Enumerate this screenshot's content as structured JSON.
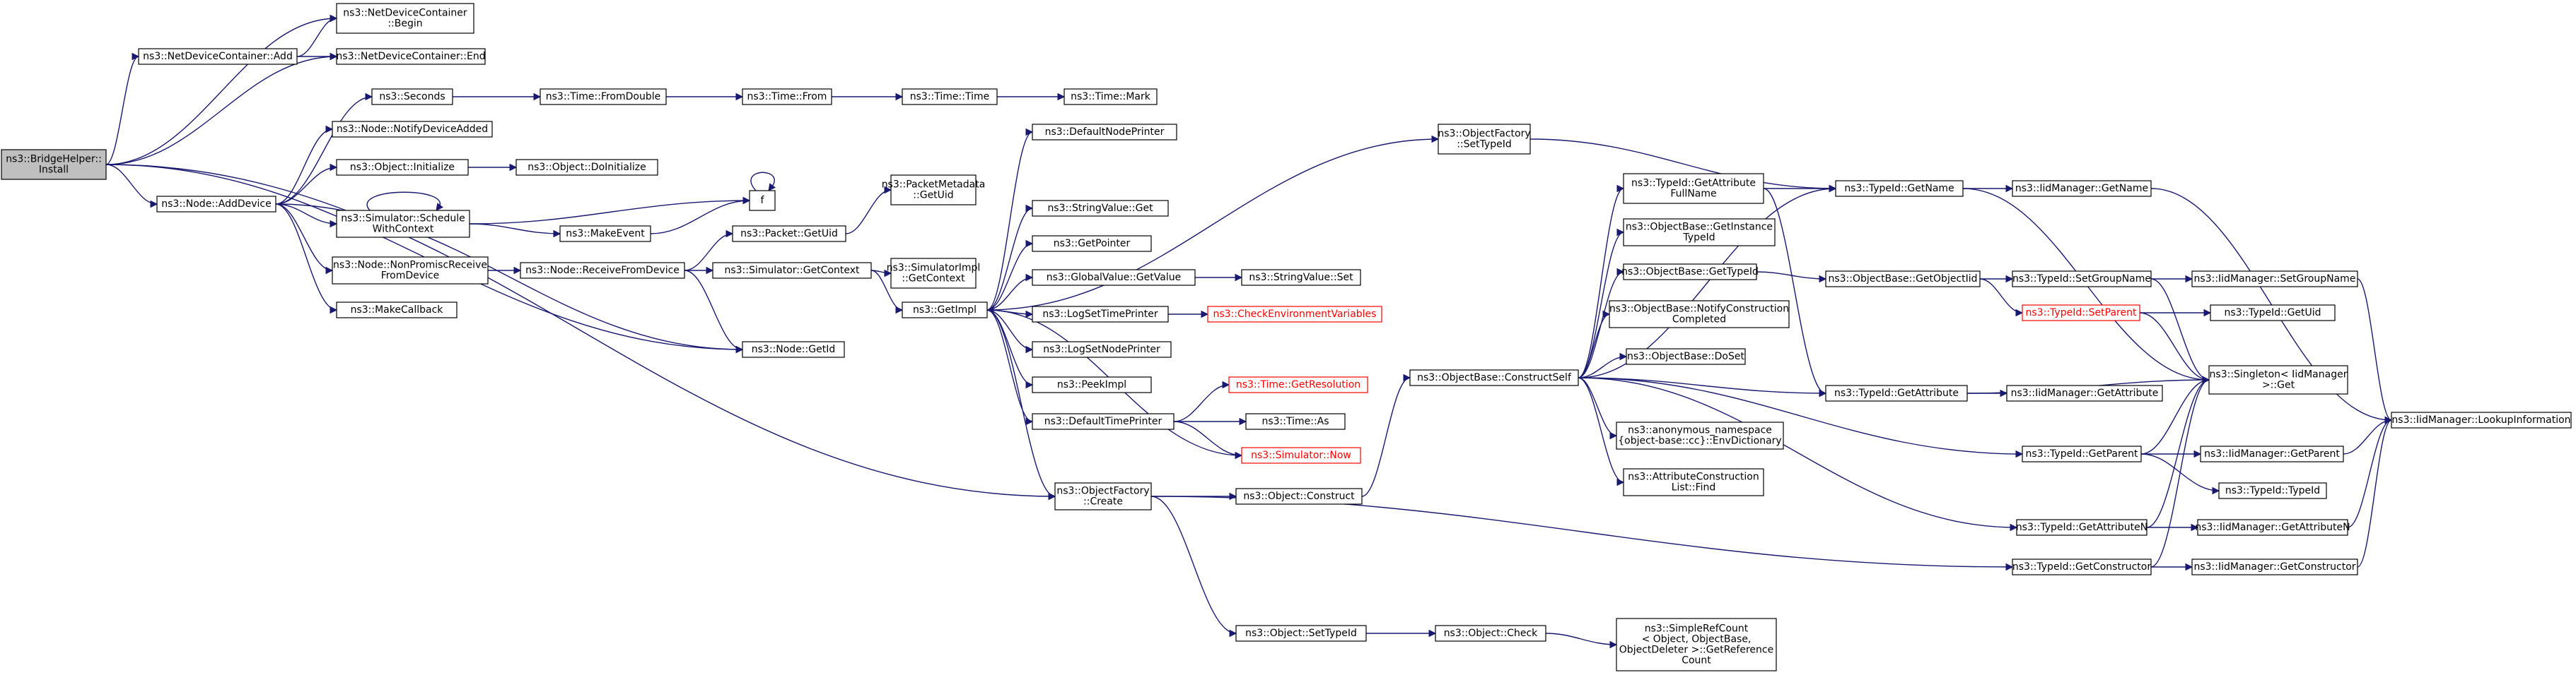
{
  "nodes": [
    {
      "id": "bridge",
      "label": [
        "ns3::BridgeHelper::",
        "Install"
      ],
      "root": true
    },
    {
      "id": "ndcBegin",
      "label": [
        "ns3::NetDeviceContainer",
        "::Begin"
      ]
    },
    {
      "id": "ndcAdd",
      "label": [
        "ns3::NetDeviceContainer::Add"
      ]
    },
    {
      "id": "ndcEnd",
      "label": [
        "ns3::NetDeviceContainer::End"
      ]
    },
    {
      "id": "seconds",
      "label": [
        "ns3::Seconds"
      ]
    },
    {
      "id": "fromDouble",
      "label": [
        "ns3::Time::FromDouble"
      ]
    },
    {
      "id": "timeFrom",
      "label": [
        "ns3::Time::From"
      ]
    },
    {
      "id": "timeTime",
      "label": [
        "ns3::Time::Time"
      ]
    },
    {
      "id": "timeMark",
      "label": [
        "ns3::Time::Mark"
      ]
    },
    {
      "id": "notifyDev",
      "label": [
        "ns3::Node::NotifyDeviceAdded"
      ]
    },
    {
      "id": "objInit",
      "label": [
        "ns3::Object::Initialize"
      ]
    },
    {
      "id": "objDoInit",
      "label": [
        "ns3::Object::DoInitialize"
      ]
    },
    {
      "id": "nodeAdd",
      "label": [
        "ns3::Node::AddDevice"
      ]
    },
    {
      "id": "schedCtx",
      "label": [
        "ns3::Simulator::Schedule",
        "WithContext"
      ]
    },
    {
      "id": "f",
      "label": [
        "f"
      ]
    },
    {
      "id": "makeEvent",
      "label": [
        "ns3::MakeEvent"
      ]
    },
    {
      "id": "pmGetUid",
      "label": [
        "ns3::PacketMetadata",
        "::GetUid"
      ]
    },
    {
      "id": "pktGetUid",
      "label": [
        "ns3::Packet::GetUid"
      ]
    },
    {
      "id": "nonProm",
      "label": [
        "ns3::Node::NonPromiscReceive",
        "FromDevice"
      ]
    },
    {
      "id": "recvFrom",
      "label": [
        "ns3::Node::ReceiveFromDevice"
      ]
    },
    {
      "id": "simGetCtx",
      "label": [
        "ns3::Simulator::GetContext"
      ]
    },
    {
      "id": "simImplGetCtx",
      "label": [
        "ns3::SimulatorImpl",
        "::GetContext"
      ]
    },
    {
      "id": "makeCb",
      "label": [
        "ns3::MakeCallback"
      ]
    },
    {
      "id": "nodeGetId",
      "label": [
        "ns3::Node::GetId"
      ]
    },
    {
      "id": "getImpl",
      "label": [
        "ns3::GetImpl"
      ]
    },
    {
      "id": "defNodePrinter",
      "label": [
        "ns3::DefaultNodePrinter"
      ]
    },
    {
      "id": "strValGet",
      "label": [
        "ns3::StringValue::Get"
      ]
    },
    {
      "id": "getPointer",
      "label": [
        "ns3::GetPointer"
      ]
    },
    {
      "id": "gvGetValue",
      "label": [
        "ns3::GlobalValue::GetValue"
      ]
    },
    {
      "id": "strValSet",
      "label": [
        "ns3::StringValue::Set"
      ]
    },
    {
      "id": "logSetTime",
      "label": [
        "ns3::LogSetTimePrinter"
      ]
    },
    {
      "id": "checkEnv",
      "label": [
        "ns3::CheckEnvironmentVariables"
      ],
      "red": true
    },
    {
      "id": "logSetNode",
      "label": [
        "ns3::LogSetNodePrinter"
      ]
    },
    {
      "id": "peekImpl",
      "label": [
        "ns3::PeekImpl"
      ]
    },
    {
      "id": "getRes",
      "label": [
        "ns3::Time::GetResolution"
      ],
      "red": true
    },
    {
      "id": "timeAs",
      "label": [
        "ns3::Time::As"
      ]
    },
    {
      "id": "defTimePrinter",
      "label": [
        "ns3::DefaultTimePrinter"
      ]
    },
    {
      "id": "simNow",
      "label": [
        "ns3::Simulator::Now"
      ],
      "red": true
    },
    {
      "id": "ofCreate",
      "label": [
        "ns3::ObjectFactory",
        "::Create"
      ]
    },
    {
      "id": "objConstruct",
      "label": [
        "ns3::Object::Construct"
      ]
    },
    {
      "id": "objSetTypeId",
      "label": [
        "ns3::Object::SetTypeId"
      ]
    },
    {
      "id": "objCheck",
      "label": [
        "ns3::Object::Check"
      ]
    },
    {
      "id": "simpleRef",
      "label": [
        "ns3::SimpleRefCount",
        "< Object, ObjectBase,",
        "ObjectDeleter >::GetReference",
        "Count"
      ]
    },
    {
      "id": "ofSetTypeId",
      "label": [
        "ns3::ObjectFactory",
        "::SetTypeId"
      ]
    },
    {
      "id": "obConstructSelf",
      "label": [
        "ns3::ObjectBase::ConstructSelf"
      ]
    },
    {
      "id": "tidGetAttrFull",
      "label": [
        "ns3::TypeId::GetAttribute",
        "FullName"
      ]
    },
    {
      "id": "obGetInstTid",
      "label": [
        "ns3::ObjectBase::GetInstance",
        "TypeId"
      ]
    },
    {
      "id": "obGetTid",
      "label": [
        "ns3::ObjectBase::GetTypeId"
      ]
    },
    {
      "id": "obNotify",
      "label": [
        "ns3::ObjectBase::NotifyConstruction",
        "Completed"
      ]
    },
    {
      "id": "obDoSet",
      "label": [
        "ns3::ObjectBase::DoSet"
      ]
    },
    {
      "id": "tidGetAttr",
      "label": [
        "ns3::TypeId::GetAttribute"
      ]
    },
    {
      "id": "anonEnv",
      "label": [
        "ns3::anonymous_namespace",
        "{object-base::cc}::EnvDictionary"
      ]
    },
    {
      "id": "attrFind",
      "label": [
        "ns3::AttributeConstruction",
        "List::Find"
      ]
    },
    {
      "id": "tidGetName",
      "label": [
        "ns3::TypeId::GetName"
      ]
    },
    {
      "id": "iidGetName",
      "label": [
        "ns3::IidManager::GetName"
      ]
    },
    {
      "id": "obGetObjTid",
      "label": [
        "ns3::ObjectBase::GetObjectIid"
      ]
    },
    {
      "id": "tidSetGroup",
      "label": [
        "ns3::TypeId::SetGroupName"
      ]
    },
    {
      "id": "iidSetGroup",
      "label": [
        "ns3::IidManager::SetGroupName"
      ]
    },
    {
      "id": "tidSetParent",
      "label": [
        "ns3::TypeId::SetParent"
      ],
      "red": true
    },
    {
      "id": "tidGetUid",
      "label": [
        "ns3::TypeId::GetUid"
      ]
    },
    {
      "id": "iidGetAttr",
      "label": [
        "ns3::IidManager::GetAttribute"
      ]
    },
    {
      "id": "singleton",
      "label": [
        "ns3::Singleton< IidManager",
        ">::Get"
      ]
    },
    {
      "id": "tidGetParent",
      "label": [
        "ns3::TypeId::GetParent"
      ]
    },
    {
      "id": "iidGetParent",
      "label": [
        "ns3::IidManager::GetParent"
      ]
    },
    {
      "id": "tidTypeId",
      "label": [
        "ns3::TypeId::TypeId"
      ]
    },
    {
      "id": "tidGetAttrN",
      "label": [
        "ns3::TypeId::GetAttributeN"
      ]
    },
    {
      "id": "iidGetAttrN",
      "label": [
        "ns3::IidManager::GetAttributeN"
      ]
    },
    {
      "id": "tidGetCtor",
      "label": [
        "ns3::TypeId::GetConstructor"
      ]
    },
    {
      "id": "iidGetCtor",
      "label": [
        "ns3::IidManager::GetConstructor"
      ]
    },
    {
      "id": "iidLookup",
      "label": [
        "ns3::IidManager::LookupInformation"
      ]
    }
  ],
  "edges": [
    [
      "bridge",
      "ndcBegin"
    ],
    [
      "bridge",
      "ndcAdd"
    ],
    [
      "bridge",
      "ndcEnd"
    ],
    [
      "bridge",
      "nodeAdd"
    ],
    [
      "bridge",
      "nodeGetId"
    ],
    [
      "bridge",
      "ofCreate"
    ],
    [
      "ndcAdd",
      "ndcBegin"
    ],
    [
      "ndcAdd",
      "ndcEnd"
    ],
    [
      "seconds",
      "fromDouble"
    ],
    [
      "fromDouble",
      "timeFrom"
    ],
    [
      "timeFrom",
      "timeTime"
    ],
    [
      "timeTime",
      "timeMark"
    ],
    [
      "nodeAdd",
      "seconds"
    ],
    [
      "nodeAdd",
      "notifyDev"
    ],
    [
      "nodeAdd",
      "objInit"
    ],
    [
      "nodeAdd",
      "schedCtx"
    ],
    [
      "nodeAdd",
      "nonProm"
    ],
    [
      "nodeAdd",
      "makeCb"
    ],
    [
      "nodeAdd",
      "nodeGetId"
    ],
    [
      "objInit",
      "objDoInit"
    ],
    [
      "schedCtx",
      "schedCtx"
    ],
    [
      "schedCtx",
      "f"
    ],
    [
      "schedCtx",
      "makeEvent"
    ],
    [
      "f",
      "f"
    ],
    [
      "makeEvent",
      "f"
    ],
    [
      "nonProm",
      "recvFrom"
    ],
    [
      "recvFrom",
      "pktGetUid"
    ],
    [
      "recvFrom",
      "simGetCtx"
    ],
    [
      "recvFrom",
      "nodeGetId"
    ],
    [
      "pktGetUid",
      "pmGetUid"
    ],
    [
      "simGetCtx",
      "simImplGetCtx"
    ],
    [
      "simGetCtx",
      "getImpl"
    ],
    [
      "getImpl",
      "defNodePrinter"
    ],
    [
      "getImpl",
      "ofSetTypeId"
    ],
    [
      "getImpl",
      "strValGet"
    ],
    [
      "getImpl",
      "getPointer"
    ],
    [
      "getImpl",
      "gvGetValue"
    ],
    [
      "getImpl",
      "logSetTime"
    ],
    [
      "getImpl",
      "logSetNode"
    ],
    [
      "getImpl",
      "peekImpl"
    ],
    [
      "getImpl",
      "defTimePrinter"
    ],
    [
      "getImpl",
      "ofCreate"
    ],
    [
      "gvGetValue",
      "strValSet"
    ],
    [
      "logSetTime",
      "checkEnv"
    ],
    [
      "defTimePrinter",
      "getRes"
    ],
    [
      "defTimePrinter",
      "timeAs"
    ],
    [
      "defTimePrinter",
      "simNow"
    ],
    [
      "simNow",
      "getImpl"
    ],
    [
      "ofCreate",
      "objConstruct"
    ],
    [
      "ofCreate",
      "objSetTypeId"
    ],
    [
      "ofCreate",
      "tidGetCtor"
    ],
    [
      "objConstruct",
      "obConstructSelf"
    ],
    [
      "objSetTypeId",
      "objCheck"
    ],
    [
      "objCheck",
      "simpleRef"
    ],
    [
      "ofSetTypeId",
      "tidGetName"
    ],
    [
      "obConstructSelf",
      "tidGetAttrFull"
    ],
    [
      "obConstructSelf",
      "obGetInstTid"
    ],
    [
      "obConstructSelf",
      "obGetTid"
    ],
    [
      "obConstructSelf",
      "obNotify"
    ],
    [
      "obConstructSelf",
      "obDoSet"
    ],
    [
      "obConstructSelf",
      "tidGetAttr"
    ],
    [
      "obConstructSelf",
      "anonEnv"
    ],
    [
      "obConstructSelf",
      "attrFind"
    ],
    [
      "obConstructSelf",
      "tidGetName"
    ],
    [
      "obConstructSelf",
      "tidGetParent"
    ],
    [
      "obConstructSelf",
      "tidGetAttrN"
    ],
    [
      "tidGetAttrFull",
      "tidGetName"
    ],
    [
      "tidGetAttrFull",
      "tidGetAttr"
    ],
    [
      "obGetTid",
      "obGetObjTid"
    ],
    [
      "obGetObjTid",
      "tidSetGroup"
    ],
    [
      "obGetObjTid",
      "tidSetParent"
    ],
    [
      "tidSetGroup",
      "iidSetGroup"
    ],
    [
      "tidSetGroup",
      "singleton"
    ],
    [
      "tidSetParent",
      "tidGetUid"
    ],
    [
      "tidSetParent",
      "singleton"
    ],
    [
      "tidGetAttr",
      "iidGetAttr"
    ],
    [
      "tidGetAttr",
      "singleton"
    ],
    [
      "tidGetName",
      "iidGetName"
    ],
    [
      "tidGetName",
      "singleton"
    ],
    [
      "tidGetParent",
      "iidGetParent"
    ],
    [
      "tidGetParent",
      "tidTypeId"
    ],
    [
      "tidGetParent",
      "singleton"
    ],
    [
      "tidGetAttrN",
      "iidGetAttrN"
    ],
    [
      "tidGetAttrN",
      "singleton"
    ],
    [
      "tidGetCtor",
      "iidGetCtor"
    ],
    [
      "tidGetCtor",
      "singleton"
    ],
    [
      "iidGetName",
      "iidLookup"
    ],
    [
      "iidSetGroup",
      "iidLookup"
    ],
    [
      "iidGetParent",
      "iidLookup"
    ],
    [
      "iidGetAttrN",
      "iidLookup"
    ],
    [
      "iidGetCtor",
      "iidLookup"
    ]
  ]
}
